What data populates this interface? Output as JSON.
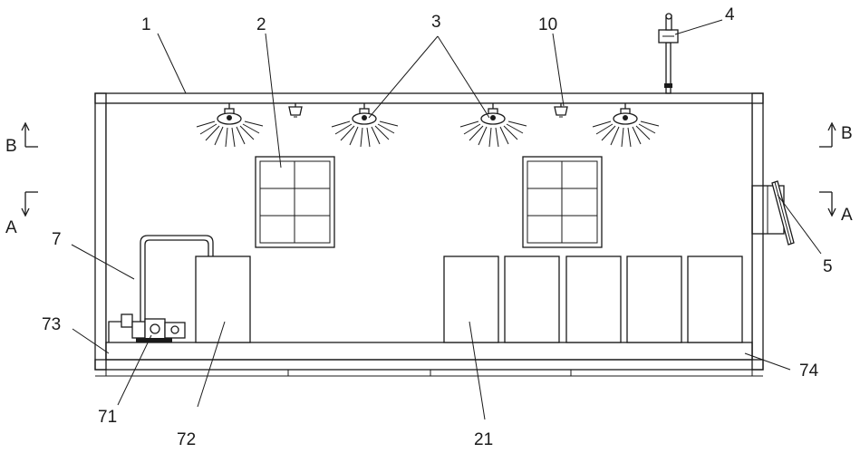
{
  "labels": {
    "l1": "1",
    "l2": "2",
    "l3": "3",
    "l4": "4",
    "l5": "5",
    "l7": "7",
    "l10": "10",
    "l21": "21",
    "l71": "71",
    "l72": "72",
    "l73": "73",
    "l74": "74",
    "secB_left": "B",
    "secB_right": "B",
    "secA_left": "A",
    "secA_right": "A"
  },
  "icons": [
    "spray-nozzle-icon",
    "lamp-icon",
    "window-icon",
    "pump-icon",
    "vent-icon",
    "section-arrow-icon"
  ],
  "colors": {
    "line": "#1a1a1a",
    "background": "#ffffff",
    "hatch": "#1a1a1a"
  }
}
